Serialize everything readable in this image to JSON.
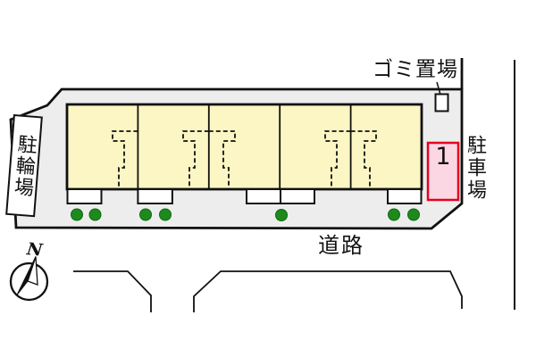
{
  "diagram": {
    "type": "property-site-plan",
    "labels": {
      "bicycle_parking": "駐輪場",
      "garbage_area": "ゴミ置場",
      "parking_lot": "駐車場",
      "parking_space_1": "1",
      "road": "道路",
      "compass_north": "N"
    },
    "counts": {
      "building_units": 5,
      "entrance_porches": 5,
      "trees": 7,
      "parking_spaces": 1
    },
    "icons": {
      "compass": "compass-icon",
      "tree": "tree-icon",
      "garbage_box": "garbage-box-icon"
    },
    "colors": {
      "site_fill": "#EDEDED",
      "building_fill": "#FBF6C3",
      "parking_space_fill": "#FBD7E3",
      "parking_space_border": "#E60021",
      "tree_green": "#1E8A1E",
      "line": "#111111"
    }
  }
}
